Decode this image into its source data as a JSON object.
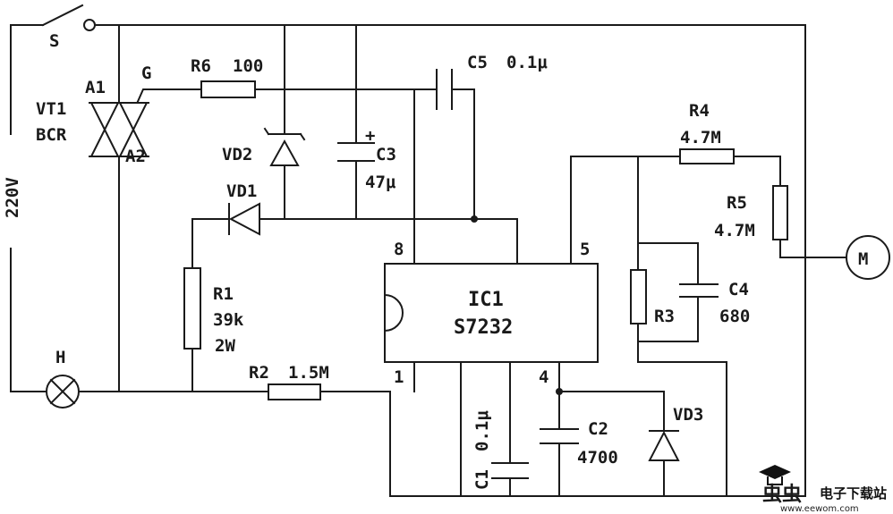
{
  "labels": {
    "switch": "S",
    "lamp": "H",
    "motor": "M",
    "voltage": "220V",
    "vt1": "VT1",
    "bcr": "BCR",
    "a1": "A1",
    "a2": "A2",
    "gate": "G",
    "r6": "R6",
    "r6_val": "100",
    "c5": "C5",
    "c5_val": "0.1μ",
    "vd2": "VD2",
    "c3": "C3",
    "c3_val": "47μ",
    "c3_plus": "+",
    "vd1": "VD1",
    "r1": "R1",
    "r1_val": "39k",
    "r1_pwr": "2W",
    "r2": "R2",
    "r2_val": "1.5M",
    "ic_name": "IC1",
    "ic_part": "S7232",
    "pin8": "8",
    "pin5": "5",
    "pin1": "1",
    "pin4": "4",
    "r4": "R4",
    "r4_val": "4.7M",
    "r5": "R5",
    "r5_val": "4.7M",
    "c4": "C4",
    "c4_val": "680",
    "r3": "R3",
    "c1": "C1",
    "c1_val": "0.1μ",
    "c2": "C2",
    "c2_val": "4700",
    "vd3": "VD3"
  },
  "watermark": {
    "brand": "电子下载站",
    "url": "www.eewom.com",
    "color": "#d8101c"
  }
}
